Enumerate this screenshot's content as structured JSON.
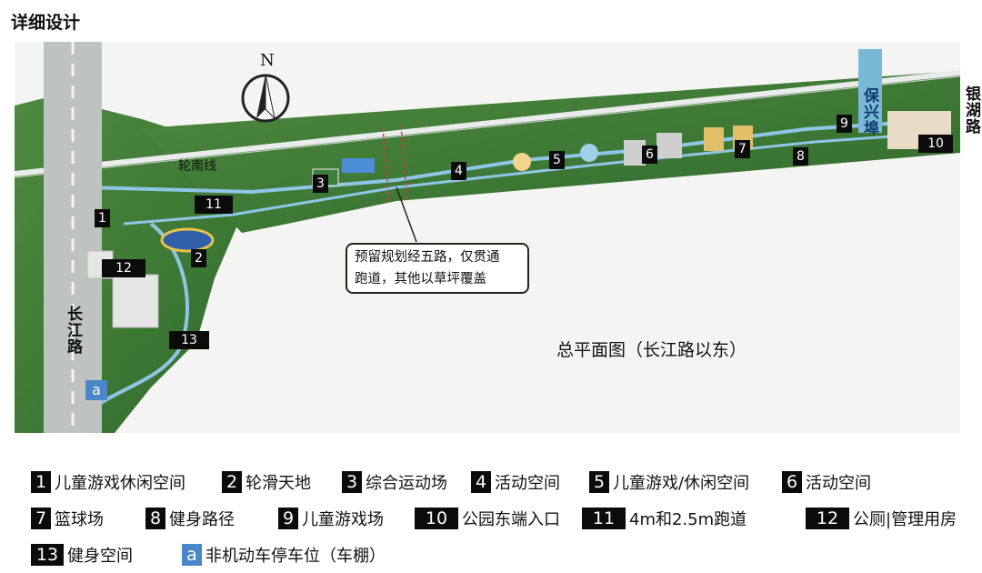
{
  "page": {
    "title": "详细设计"
  },
  "map": {
    "north_label": "N",
    "rail_label": "轮南线",
    "road_west": "长江路",
    "road_east": "银湖路",
    "river": "保兴埠",
    "callout": {
      "line1": "预留规划经五路，仅贯通",
      "line2": "跑道，其他以草坪覆盖"
    },
    "caption": "总平面图（长江路以东）",
    "markers": [
      "1",
      "2",
      "3",
      "4",
      "5",
      "6",
      "7",
      "8",
      "9",
      "10",
      "11",
      "12",
      "13",
      "a"
    ]
  },
  "legend": [
    {
      "num": "1",
      "label": "儿童游戏休闲空间"
    },
    {
      "num": "2",
      "label": "轮滑天地"
    },
    {
      "num": "3",
      "label": "综合运动场"
    },
    {
      "num": "4",
      "label": "活动空间"
    },
    {
      "num": "5",
      "label": "儿童游戏/休闲空间"
    },
    {
      "num": "6",
      "label": "活动空间"
    },
    {
      "num": "7",
      "label": "篮球场"
    },
    {
      "num": "8",
      "label": "健身路径"
    },
    {
      "num": "9",
      "label": "儿童游戏场"
    },
    {
      "num": "10",
      "label": "公园东端入口"
    },
    {
      "num": "11",
      "label": "4m和2.5m跑道"
    },
    {
      "num": "12",
      "label": "公厕|管理用房"
    },
    {
      "num": "13",
      "label": "健身空间"
    },
    {
      "num": "a",
      "label": "非机动车停车位（车棚）"
    }
  ],
  "colors": {
    "park_green": "#3f7a38",
    "path_blue": "#8fc6e6",
    "road_gray": "#bfc3bf",
    "river_blue": "#7ab8d8",
    "marker_bg": "#0b0b0b",
    "parking_blue": "#4a86c8"
  }
}
